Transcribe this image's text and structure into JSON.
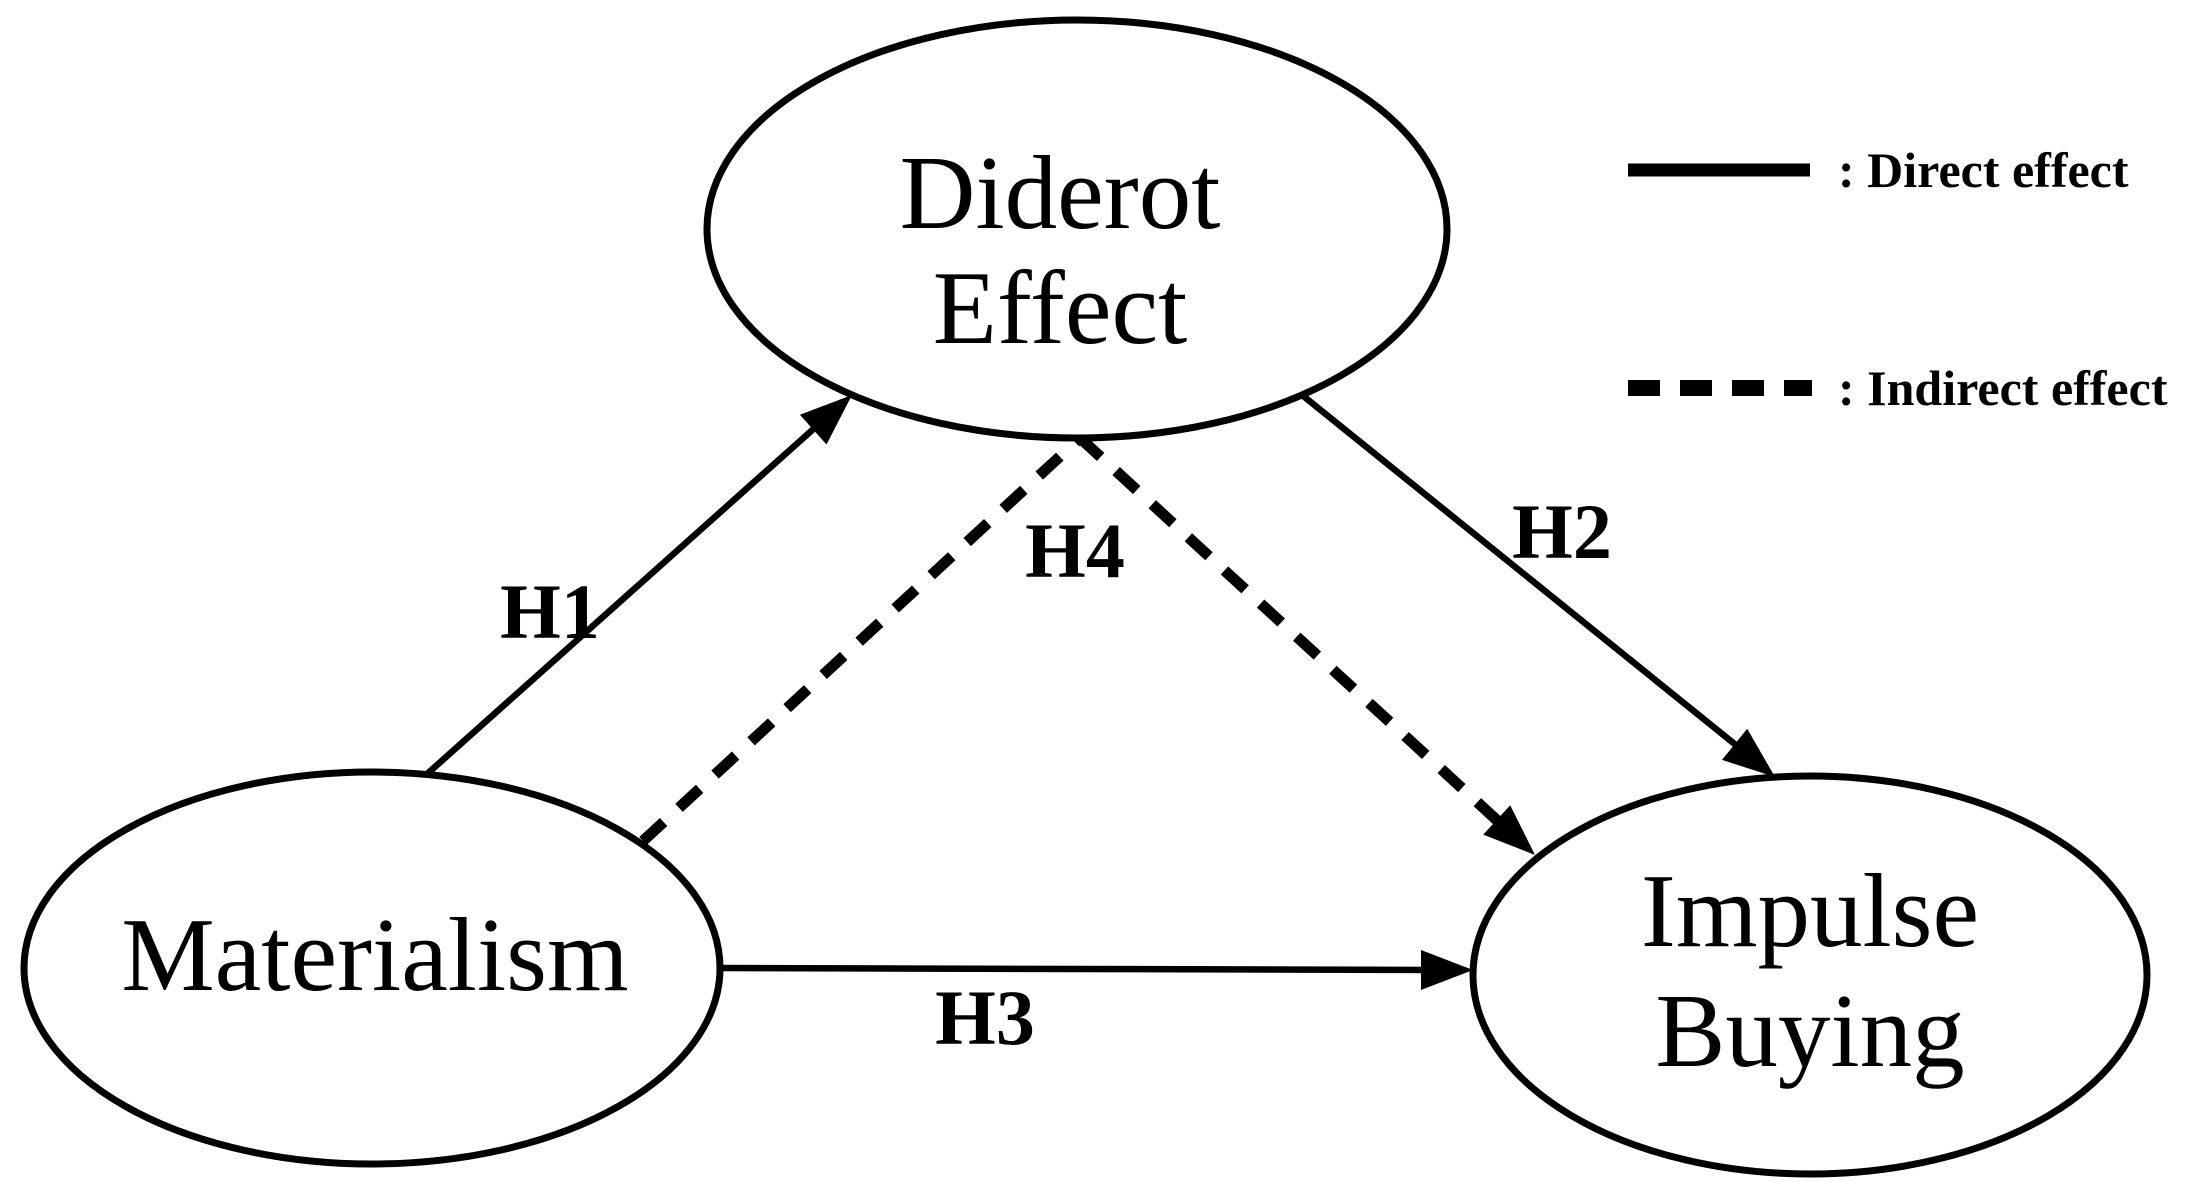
{
  "diagram": {
    "type": "conceptual-model",
    "nodes": [
      {
        "id": "diderot-effect",
        "label_lines": [
          "Diderot",
          "Effect"
        ],
        "shape": "ellipse",
        "position": "top-center"
      },
      {
        "id": "materialism",
        "label_lines": [
          "Materialism"
        ],
        "shape": "ellipse",
        "position": "bottom-left"
      },
      {
        "id": "impulse-buying",
        "label_lines": [
          "Impulse",
          "Buying"
        ],
        "shape": "ellipse",
        "position": "bottom-right"
      }
    ],
    "edges": [
      {
        "label": "H1",
        "from": "Materialism",
        "to": "Diderot Effect",
        "style": "solid",
        "meaning": "Direct effect"
      },
      {
        "label": "H2",
        "from": "Diderot Effect",
        "to": "Impulse Buying",
        "style": "solid",
        "meaning": "Direct effect"
      },
      {
        "label": "H3",
        "from": "Materialism",
        "to": "Impulse Buying",
        "style": "solid",
        "meaning": "Direct effect"
      },
      {
        "label": "H4",
        "from": "Materialism",
        "to": "Impulse Buying",
        "via": "Diderot Effect",
        "style": "dashed",
        "meaning": "Indirect effect"
      }
    ],
    "legend": [
      {
        "swatch": "solid-line",
        "label": ": Direct effect"
      },
      {
        "swatch": "dashed-line",
        "label": ": Indirect effect"
      }
    ]
  },
  "colors": {
    "line": "#000000",
    "background": "#ffffff"
  }
}
